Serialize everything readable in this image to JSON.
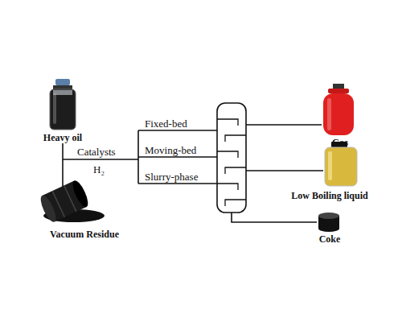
{
  "diagram": {
    "nodes": [
      {
        "text": [
          "Heavy oil"
        ]
      },
      {
        "text": [
          "Vacuum Residue"
        ]
      },
      {
        "text": [
          "Gas"
        ]
      },
      {
        "text": [
          "Low Boiling liquid"
        ]
      },
      {
        "text": [
          "Coke"
        ]
      }
    ],
    "edges": [
      {
        "from": 0,
        "to": 1,
        "arrow": "none"
      }
    ],
    "labels": [
      "Catalysts",
      "H₂",
      "Fixed-bed",
      "Moving-bed",
      "Slurry-phase"
    ]
  }
}
